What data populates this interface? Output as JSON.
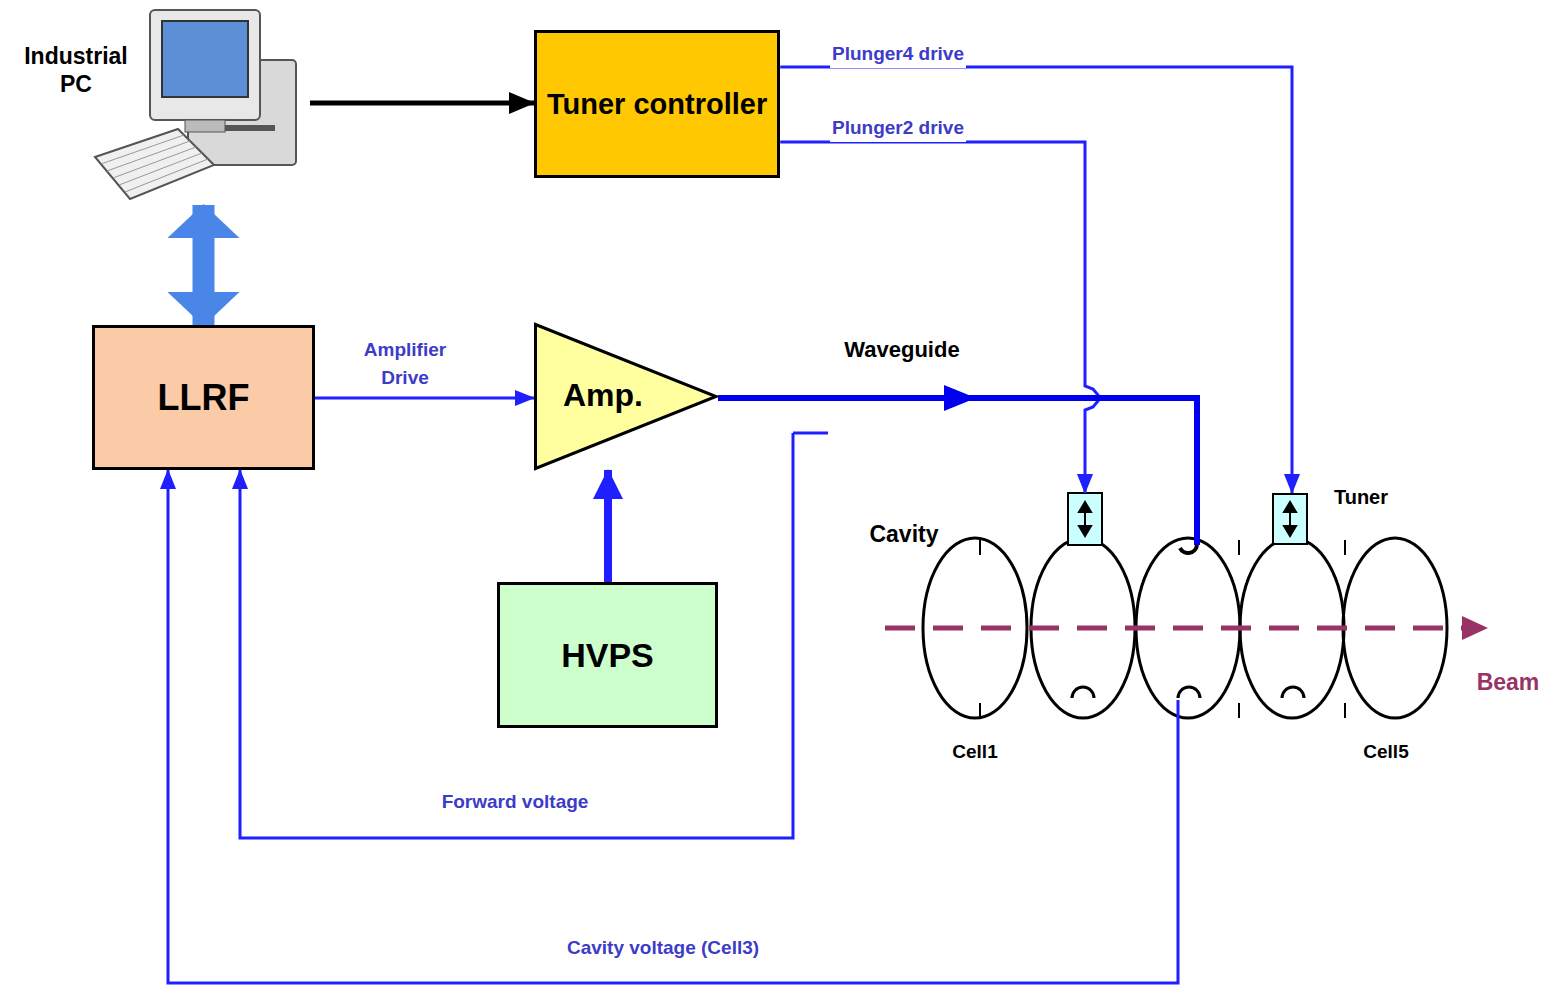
{
  "diagram": {
    "nodes": [
      {
        "text": [
          "Industrial PC"
        ]
      },
      {
        "text": [
          "Tuner controller"
        ]
      },
      {
        "text": [
          "LLRF"
        ]
      },
      {
        "text": [
          "Amp."
        ]
      },
      {
        "text": [
          "HVPS"
        ]
      },
      {
        "text": [
          "Cavity"
        ]
      },
      {
        "text": [
          "Tuner"
        ]
      }
    ],
    "edges": [
      {
        "from": 0,
        "to": 1,
        "arrow": "to"
      },
      {
        "from": 0,
        "to": 2,
        "arrow": "both"
      },
      {
        "from": 1,
        "to": 6,
        "label": "Plunger4 drive",
        "arrow": "to"
      },
      {
        "from": 1,
        "to": 5,
        "label": "Plunger2 drive",
        "arrow": "to"
      },
      {
        "from": 2,
        "to": 3,
        "label": "Amplifier Drive",
        "arrow": "to"
      },
      {
        "from": 4,
        "to": 3,
        "arrow": "to"
      },
      {
        "from": 3,
        "to": 5,
        "label": "Waveguide",
        "arrow": "to"
      },
      {
        "from": 3,
        "to": 2,
        "label": "Forward voltage",
        "arrow": "to"
      },
      {
        "from": 5,
        "to": 2,
        "label": "Cavity voltage (Cell3)",
        "arrow": "to"
      }
    ],
    "labels": [
      "Cell1",
      "Cell5",
      "Beam"
    ]
  }
}
